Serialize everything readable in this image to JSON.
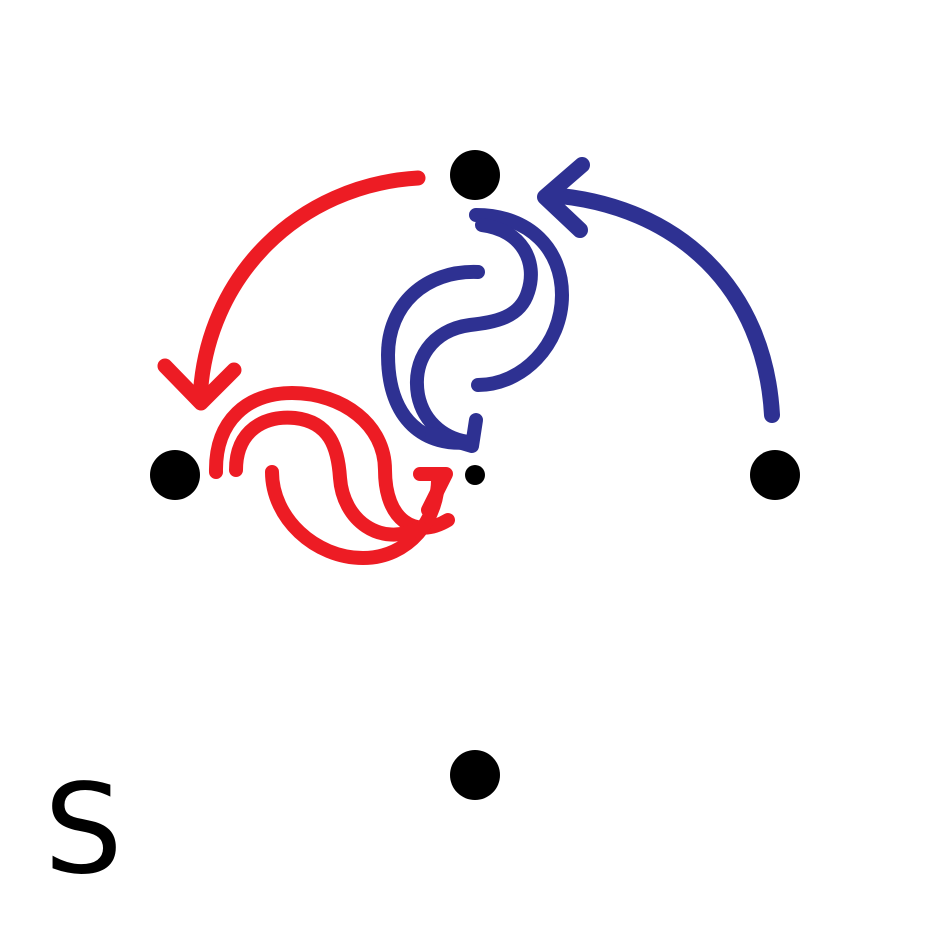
{
  "label": "S",
  "colors": {
    "background": "#ffffff",
    "point": "#000000",
    "red_path": "#ed1c24",
    "blue_path": "#2e3192"
  },
  "points": [
    {
      "name": "top",
      "role": "lattice-point"
    },
    {
      "name": "left",
      "role": "lattice-point"
    },
    {
      "name": "center",
      "role": "lattice-point-small"
    },
    {
      "name": "right",
      "role": "lattice-point"
    },
    {
      "name": "bottom",
      "role": "lattice-point"
    }
  ],
  "arrows": [
    {
      "name": "red-arc-arrow",
      "color": "red_path",
      "from": "top",
      "to": "left"
    },
    {
      "name": "red-s-curve-arrow",
      "color": "red_path",
      "from": "left",
      "to": "center"
    },
    {
      "name": "blue-arc-arrow",
      "color": "blue_path",
      "from": "right",
      "to": "top"
    },
    {
      "name": "blue-s-curve-arrow",
      "color": "blue_path",
      "from": "top",
      "to": "center"
    }
  ]
}
